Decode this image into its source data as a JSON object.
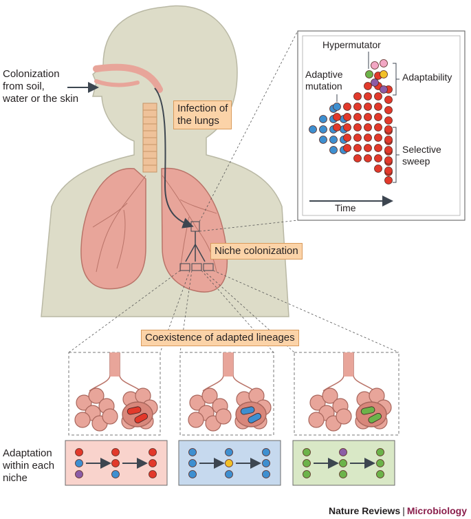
{
  "labels": {
    "colonization_source": "Colonization\nfrom soil,\nwater or the skin",
    "infection": "Infection of\nthe lungs",
    "niche_colonization": "Niche colonization",
    "coexistence": "Coexistence of adapted lineages",
    "adaptation_niche": "Adaptation\nwithin each\nniche"
  },
  "inset": {
    "hypermutator": "Hypermutator",
    "adaptive_mutation": "Adaptive\nmutation",
    "adaptability": "Adaptability",
    "selective_sweep": "Selective\nsweep",
    "time": "Time"
  },
  "credit": {
    "journal": "Nature Reviews",
    "separator": "|",
    "section": "Microbiology"
  },
  "colors": {
    "red": "#e2392b",
    "blue": "#3e8fd0",
    "green": "#6cb34a",
    "purple": "#8b5ca6",
    "yellow": "#f2c028",
    "pink": "#f2a7c4",
    "body": "#dddcc8",
    "lung": "#e8a59a",
    "label_box": "#fbd3a8",
    "panel_red": "#f9d3cc",
    "panel_blue": "#c6d9ee",
    "panel_green": "#d9e8c6"
  }
}
